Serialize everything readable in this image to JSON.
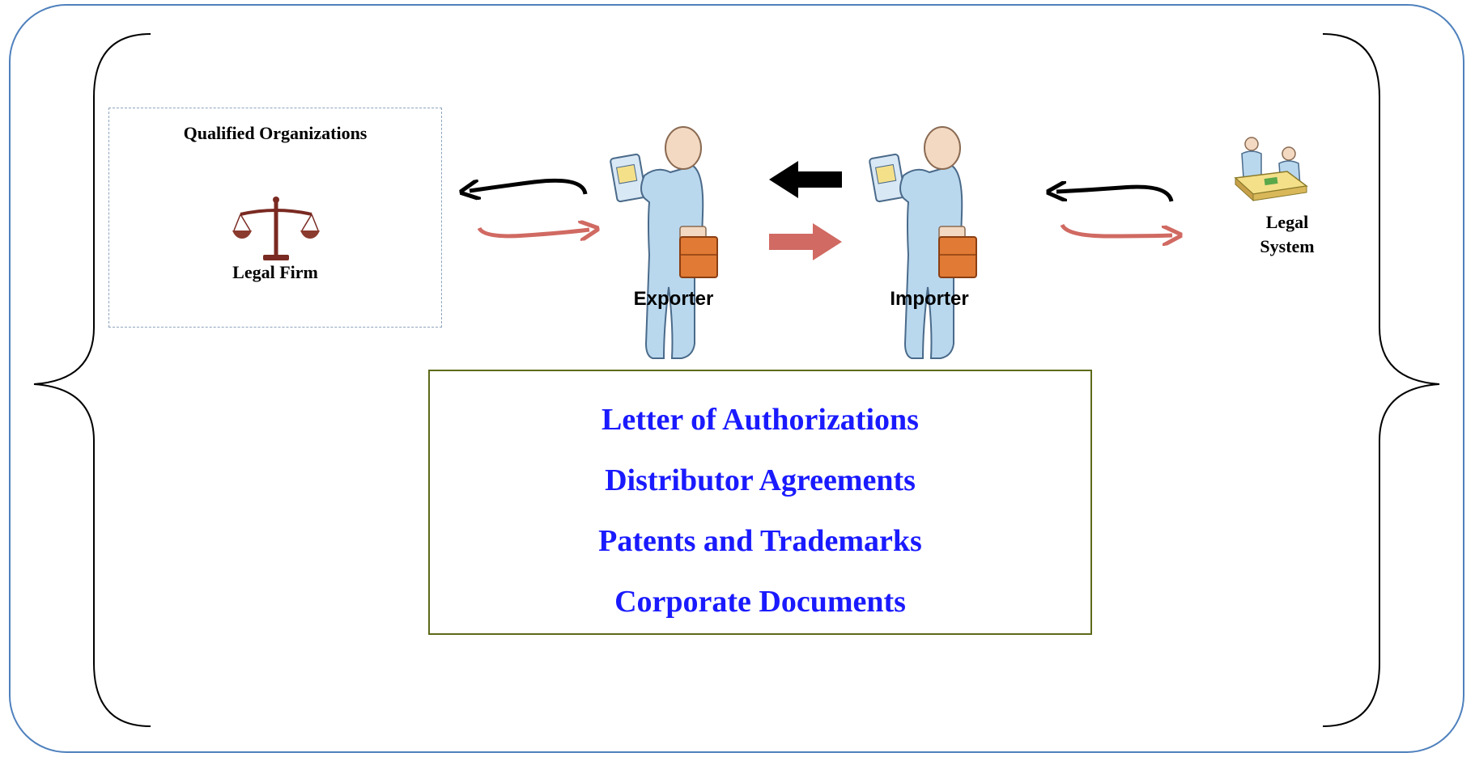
{
  "qualified_org": {
    "title": "Qualified Organizations",
    "firm_label": "Legal Firm"
  },
  "actors": {
    "exporter": "Exporter",
    "importer": "Importer",
    "legal_system_line1": "Legal",
    "legal_system_line2": "System"
  },
  "documents": [
    "Letter of Authorizations",
    "Distributor Agreements",
    "Patents and Trademarks",
    "Corporate Documents"
  ],
  "colors": {
    "frame": "#4f81bd",
    "arrow_black": "#000000",
    "arrow_red": "#d06a62",
    "doc_text": "#1a1aff",
    "doc_border": "#5e6a1a",
    "dashed_border": "#8ea4be"
  },
  "icons": {
    "scale": "scale-of-justice-icon",
    "person": "business-person-icon",
    "legal_meeting": "legal-meeting-icon"
  }
}
